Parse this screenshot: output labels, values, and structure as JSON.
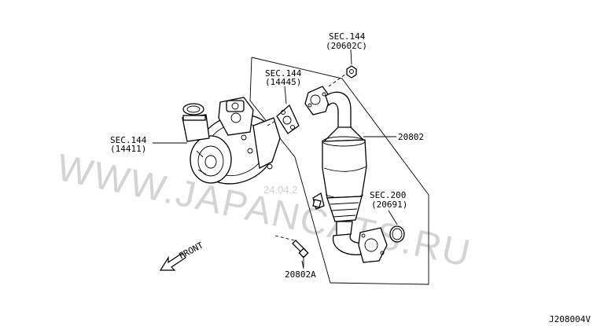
{
  "labels": {
    "sec144_nut": {
      "line1": "SEC.144",
      "line2": "(20602C)"
    },
    "sec144_gasket": {
      "line1": "SEC.144",
      "line2": "(14445)"
    },
    "sec144_turbo": {
      "line1": "SEC.144",
      "line2": "(14411)"
    },
    "part_20802": "20802",
    "sec200": {
      "line1": "SEC.200",
      "line2": "(20691)"
    },
    "part_20802a": "20802A",
    "front": "FRONT",
    "diagram_code": "J208004V"
  },
  "watermark": {
    "text": "WWW.JAPANCATS.RU",
    "stamp": "24.04.2"
  }
}
